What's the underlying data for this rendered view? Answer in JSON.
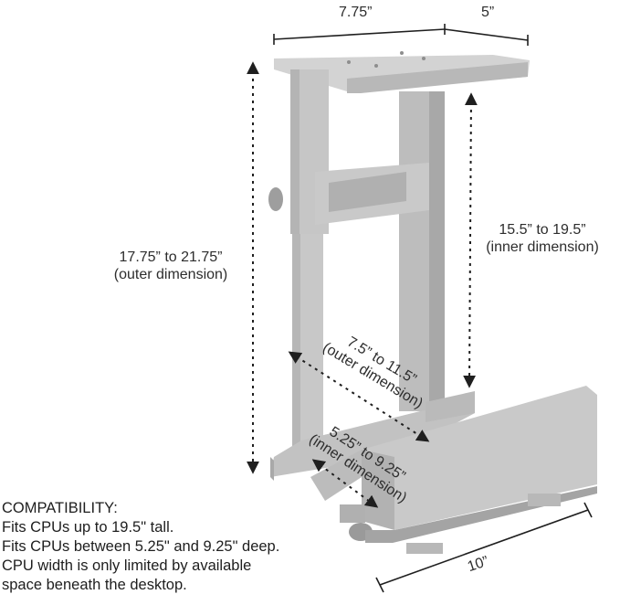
{
  "colors": {
    "metal": "#c4c4c4",
    "metal_dark": "#a9a9a9",
    "metal_light": "#d6d6d6",
    "text": "#2d2d2d",
    "arrow": "#1f1f1f"
  },
  "dimensions": {
    "top_width": "7.75”",
    "top_depth": "5”",
    "outer_height_line1": "17.75” to 21.75”",
    "outer_height_line2": "(outer dimension)",
    "inner_height_line1": "15.5” to 19.5”",
    "inner_height_line2": "(inner dimension)",
    "outer_width_line1": "7.5” to 11.5”",
    "outer_width_line2": "(outer dimension)",
    "inner_width_line1": "5.25” to 9.25”",
    "inner_width_line2": "(inner dimension)",
    "base_length": "10”"
  },
  "compatibility": {
    "heading": "COMPATIBILITY:",
    "lines": [
      "Fits CPUs up to 19.5\" tall.",
      "Fits CPUs between 5.25\" and 9.25\" deep.",
      "CPU width is only limited by available",
      "space beneath the desktop."
    ]
  }
}
